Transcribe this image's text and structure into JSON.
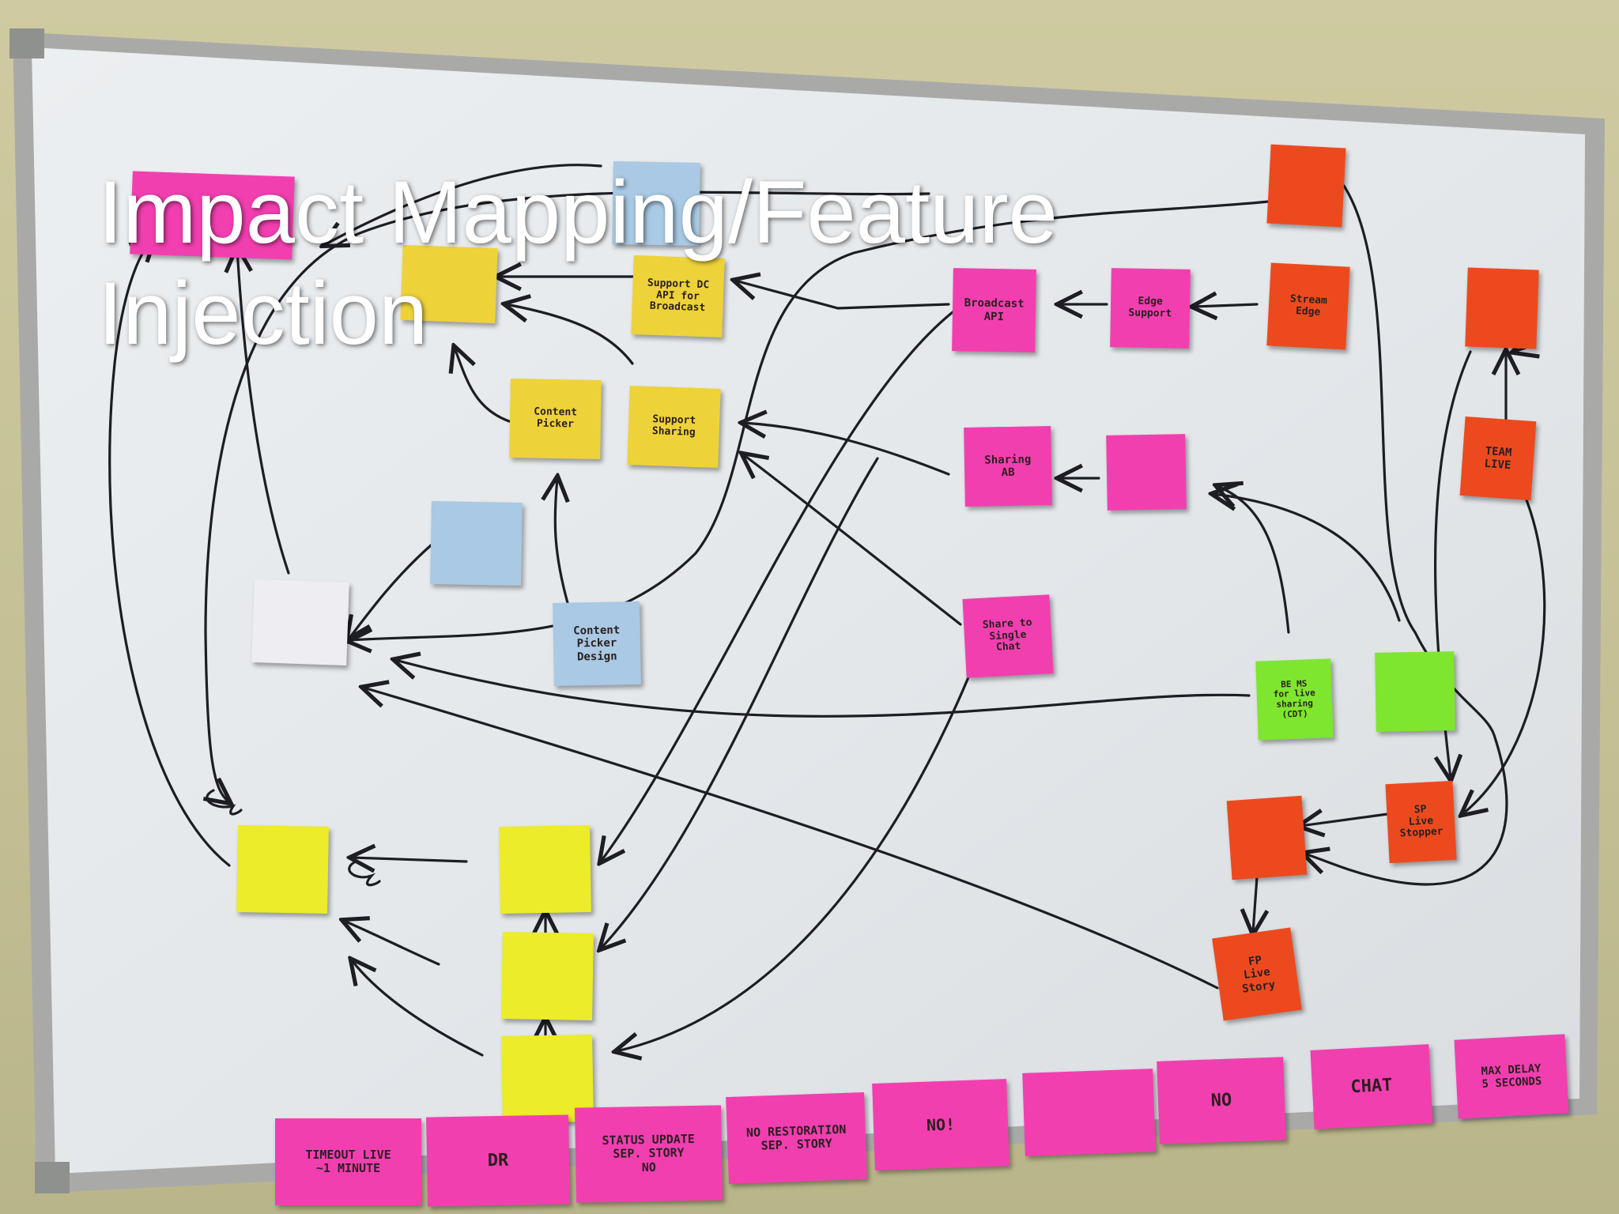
{
  "title": "Impact Mapping/Feature\nInjection",
  "colors": {
    "whiteboard": "#e7eaec",
    "frame": "#b5b7b5",
    "marker": "#1d1d24",
    "pink": "#f23fb0",
    "yellow": "#eed23a",
    "lime": "#ecec2a",
    "blue": "#a9c9e4",
    "orange": "#ec4a1e",
    "green": "#7ee62e",
    "white": "#eeeef2"
  },
  "notes": {
    "broadcast_api": {
      "text": "Broadcast\nAPI",
      "color": "pink"
    },
    "edge_support": {
      "text": "Edge\nSupport",
      "color": "pink"
    },
    "sharing_ab": {
      "text": "Sharing\nAB",
      "color": "pink"
    },
    "share_to_single_chat": {
      "text": "Share to\nSingle\nChat",
      "color": "pink"
    },
    "support_api_broadcast": {
      "text": "Support DC\nAPI for\nBroadcast",
      "color": "yellow"
    },
    "content_picker": {
      "text": "Content\nPicker",
      "color": "yellow"
    },
    "support_sharing": {
      "text": "Support\nSharing",
      "color": "yellow"
    },
    "content_picker_design": {
      "text": "Content\nPicker\nDesign",
      "color": "blue"
    },
    "be_ms_sharing": {
      "text": "BE MS\nfor live\nsharing\n(CDT)",
      "color": "green"
    },
    "sp_live_stopper": {
      "text": "SP\nLive\nStopper",
      "color": "orange"
    },
    "fp_live_story": {
      "text": "FP\nLive\nStory",
      "color": "orange"
    },
    "team_live": {
      "text": "TEAM\nLIVE",
      "color": "orange"
    },
    "stream_edge": {
      "text": "Stream\nEdge",
      "color": "orange"
    },
    "bottom_timeout": {
      "text": "TIMEOUT LIVE\n~1 MINUTE",
      "color": "pink"
    },
    "bottom_dr": {
      "text": "DR",
      "color": "pink"
    },
    "bottom_status": {
      "text": "STATUS UPDATE\nSEP. STORY\nNO",
      "color": "pink"
    },
    "bottom_restoration": {
      "text": "NO RESTORATION\nSEP. STORY",
      "color": "pink"
    },
    "bottom_no1": {
      "text": "NO!",
      "color": "pink"
    },
    "bottom_no2": {
      "text": "NO",
      "color": "pink"
    },
    "bottom_chat": {
      "text": "CHAT",
      "color": "pink"
    },
    "bottom_max": {
      "text": "MAX DELAY\n5 SECONDS",
      "color": "pink"
    }
  }
}
